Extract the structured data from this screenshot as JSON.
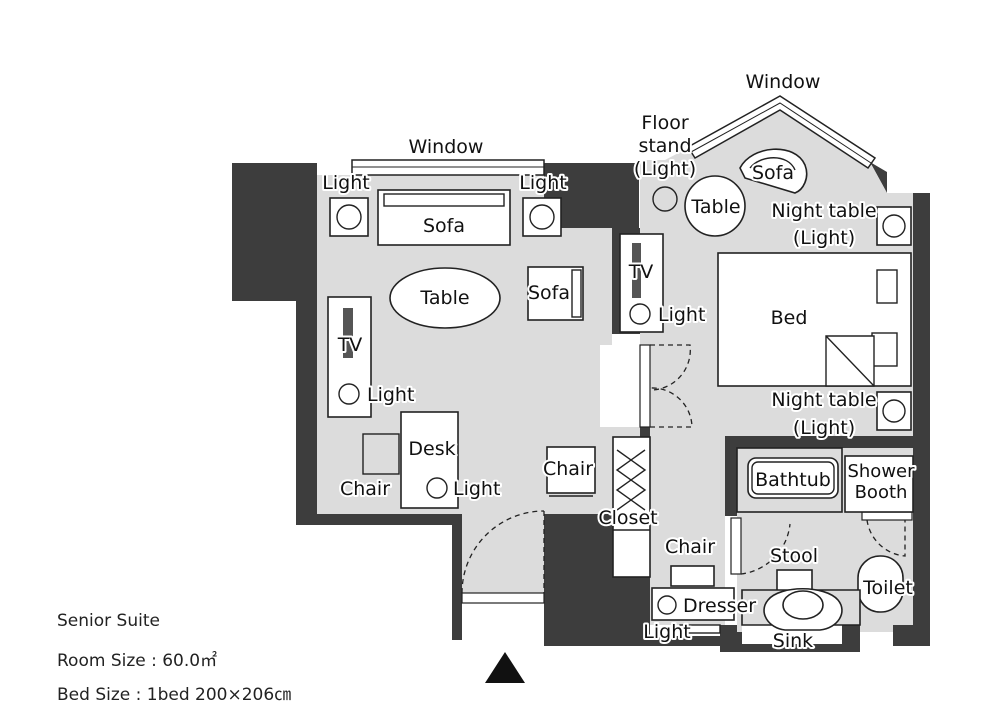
{
  "labels": {
    "window_left": "Window",
    "window_right": "Window",
    "light_tl": "Light",
    "light_tr": "Light",
    "sofa_top": "Sofa",
    "table_living": "Table",
    "sofa_side": "Sofa",
    "tv_living": "TV",
    "light_tv_living": "Light",
    "desk": "Desk",
    "chair_desk": "Chair",
    "light_desk": "Light",
    "chair_mid": "Chair",
    "closet": "Closet",
    "floor_stand_1": "Floor",
    "floor_stand_2": "stand",
    "floor_stand_3": "(Light)",
    "sofa_bedroom": "Sofa",
    "table_bedroom": "Table",
    "night_table_top_1": "Night table",
    "night_table_top_2": "(Light)",
    "tv_bedroom": "TV",
    "light_tv_bedroom": "Light",
    "bed": "Bed",
    "night_table_bottom_1": "Night table",
    "night_table_bottom_2": "(Light)",
    "bathtub": "Bathtub",
    "shower_1": "Shower",
    "shower_2": "Booth",
    "chair_dresser": "Chair",
    "stool": "Stool",
    "dresser": "Dresser",
    "light_dresser": "Light",
    "toilet": "Toilet",
    "sink": "Sink"
  },
  "info": {
    "name": "Senior Suite",
    "room_size": "Room Size : 60.0㎡",
    "bed_size": "Bed Size : 1bed 200×206㎝"
  }
}
